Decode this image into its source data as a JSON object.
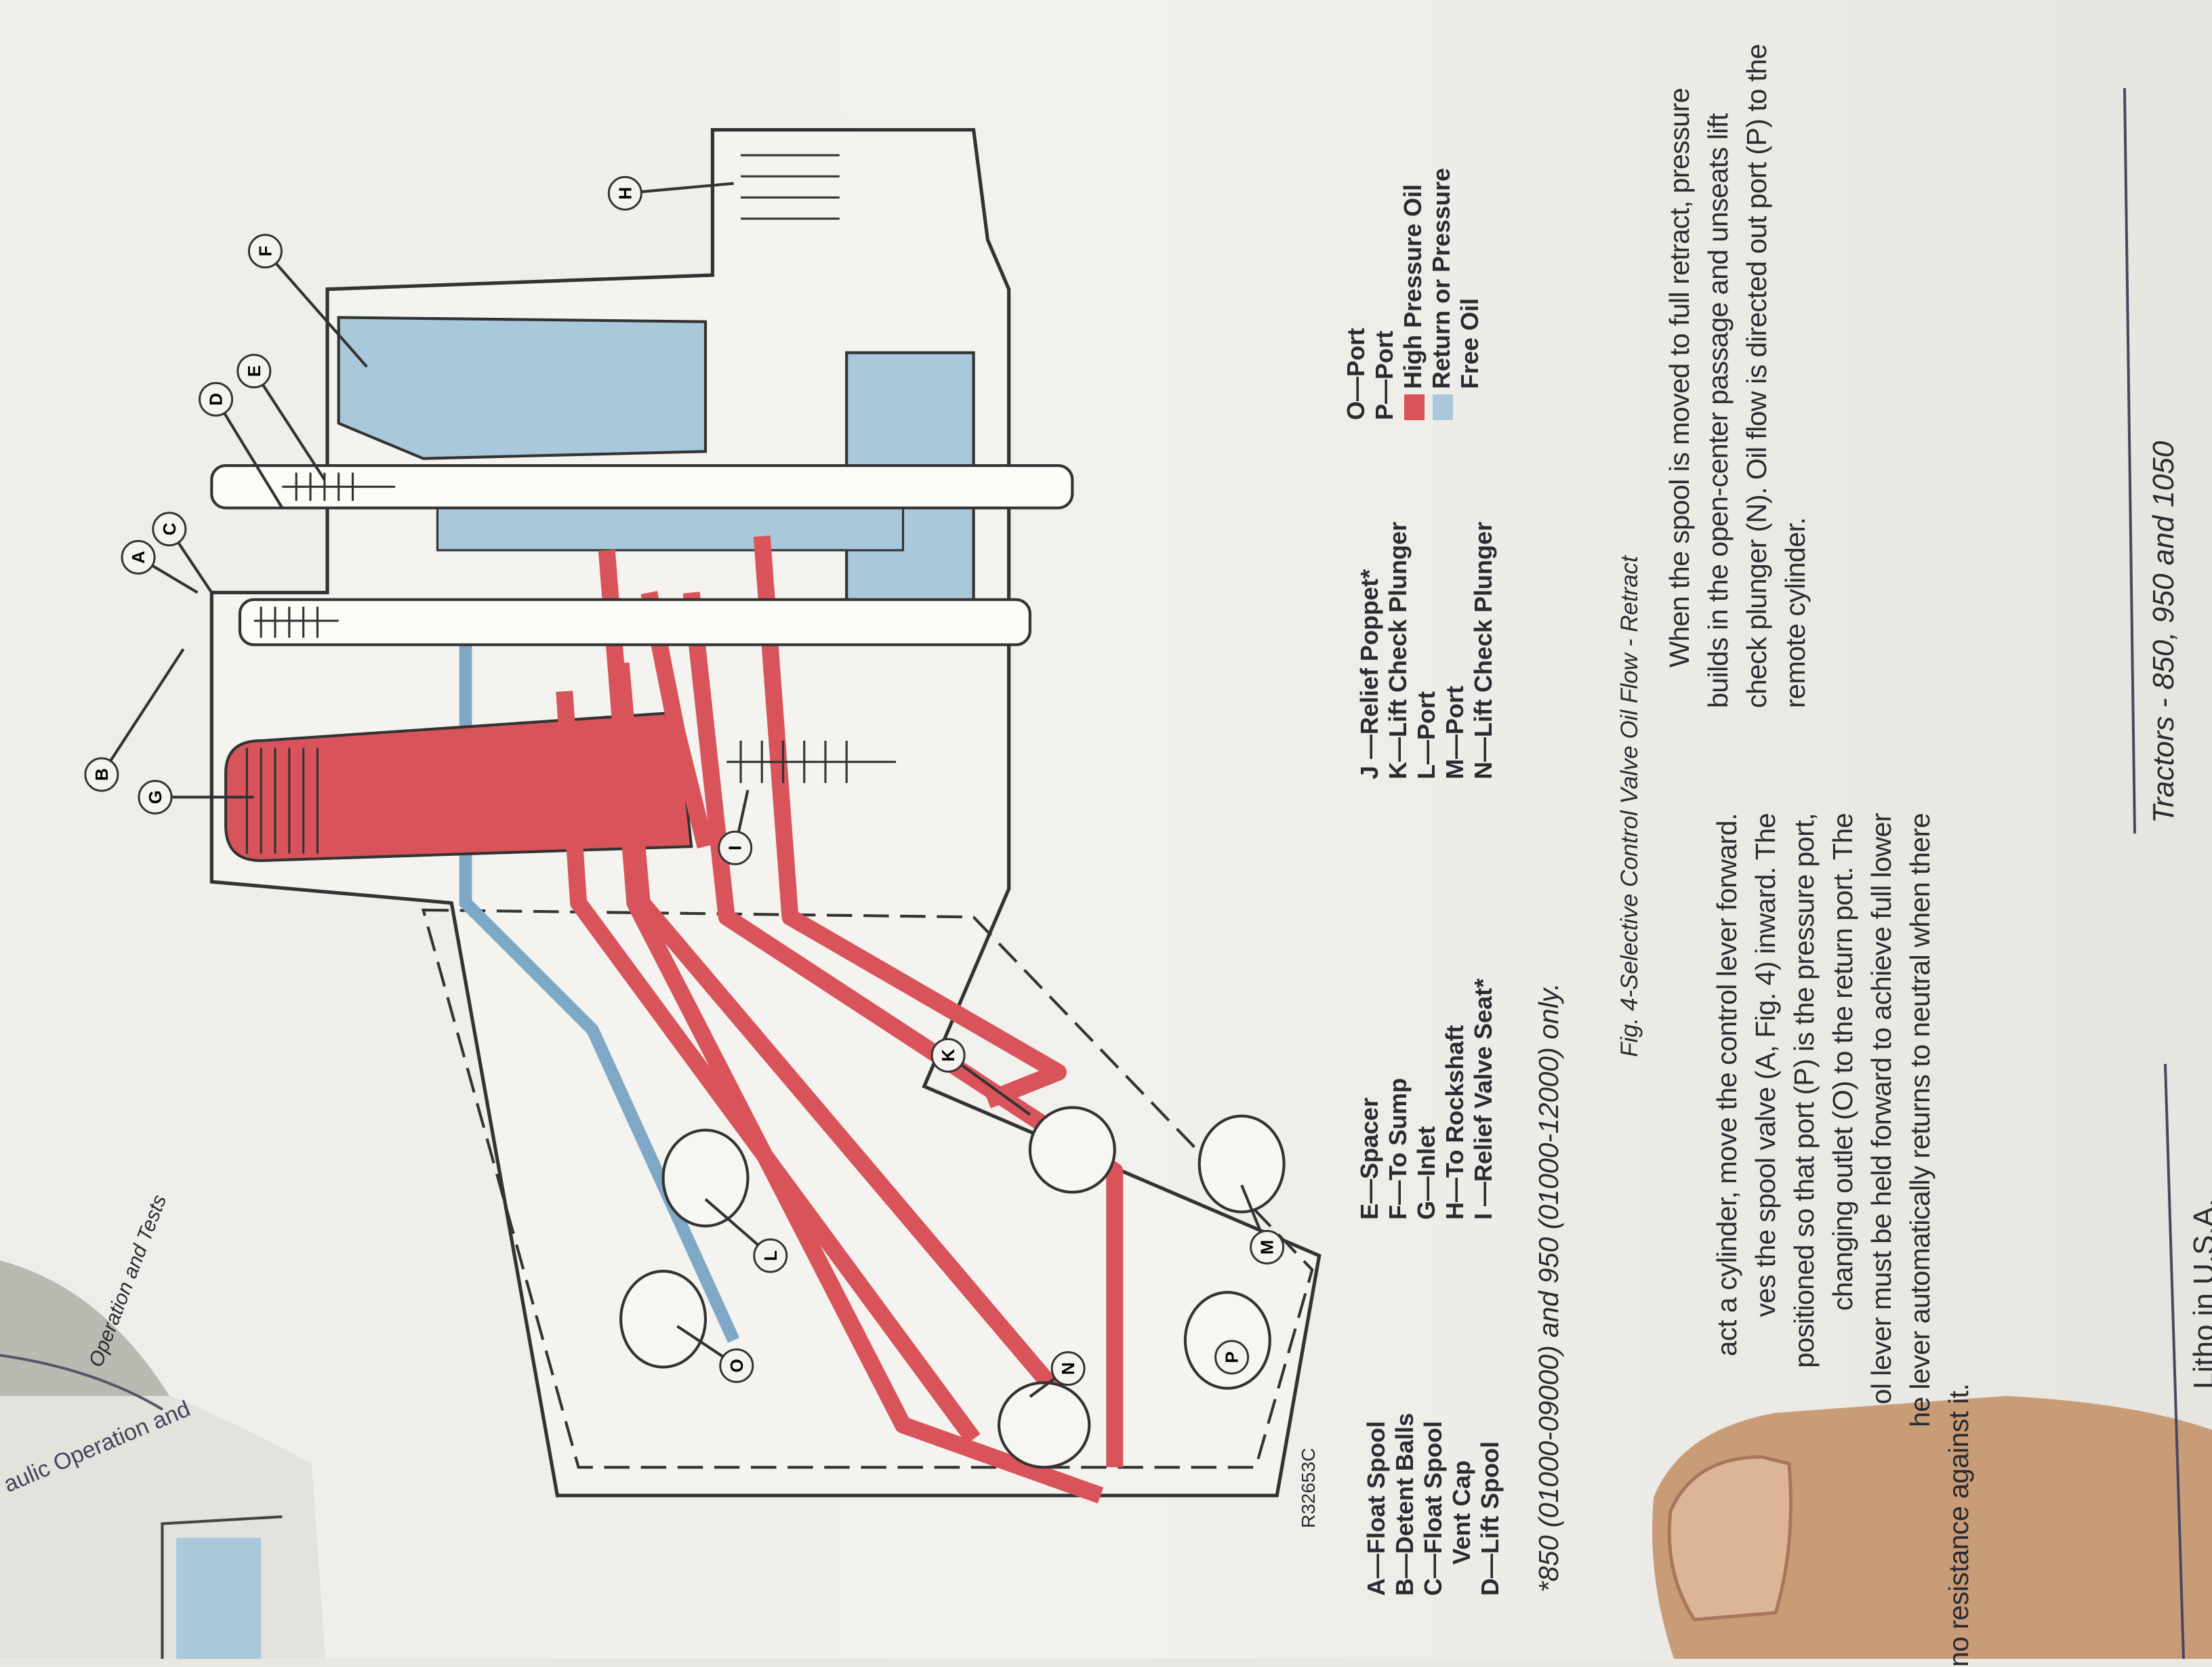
{
  "header": {
    "section": "Operation and Tests",
    "facing_page_header": "aulic Operation and"
  },
  "figure": {
    "code": "R32653C",
    "caption": "Fig. 4-Selective Control Valve Oil Flow - Retract",
    "footnote": "*850 (01000-09000) and 950 (01000-12000) only.",
    "callouts": [
      "A",
      "B",
      "C",
      "D",
      "E",
      "F",
      "G",
      "H",
      "I",
      "K",
      "L",
      "M",
      "N",
      "O",
      "P"
    ]
  },
  "legend": {
    "col1": [
      "A—Float Spool",
      "B—Detent Balls",
      "C—Float Spool",
      "Vent Cap",
      "D—Lift Spool"
    ],
    "col2": [
      "E—Spacer",
      "F—To Sump",
      "G—Inlet",
      "H—To Rockshaft",
      "I —Relief Valve Seat*"
    ],
    "col3": [
      "J —Relief Poppet*",
      "K—Lift Check Plunger",
      "L—Port",
      "M—Port",
      "N—Lift Check Plunger"
    ],
    "col4": [
      "O—Port",
      "P—Port"
    ],
    "oil": [
      {
        "label": "High Pressure Oil",
        "color": "#d9545a"
      },
      {
        "label": "Return or Pressure",
        "color": "#a9c8dc"
      },
      {
        "label": "Free Oil"
      }
    ]
  },
  "text": {
    "right_paragraph": [
      "When the spool is moved to full retract, pressure",
      "builds in the open-center passage and unseats lift",
      "check plunger (N). Oil flow is directed out port (P) to the",
      "remote cylinder."
    ],
    "left_paragraph": [
      "act a cylinder, move the control lever forward.",
      "ves the spool valve (A, Fig. 4) inward. The",
      "positioned so that port (P) is the pressure port,",
      "changing outlet (O) to the return port. The",
      "ol lever must be held forward to achieve full lower",
      "he lever automatically returns to neutral when there",
      "no resistance against it."
    ]
  },
  "footer": {
    "title": "Tractors - 850, 950 and 1050",
    "litho": "Litho in U.S.A."
  }
}
